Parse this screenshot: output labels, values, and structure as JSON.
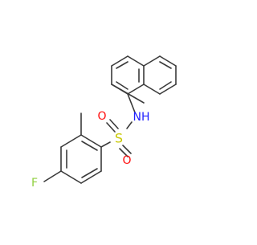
{
  "molecule": {
    "colors": {
      "bond": "#3a3a3a",
      "sulfur": "#c8c800",
      "oxygen": "#ff0d0d",
      "nitrogen": "#2020ff",
      "fluorine": "#8fcf3f"
    },
    "atoms": {
      "s1": {
        "symbol": "S",
        "element": "sulfur"
      },
      "o1": {
        "symbol": "O",
        "element": "oxygen"
      },
      "o2": {
        "symbol": "O",
        "element": "oxygen"
      },
      "n1": {
        "symbol": "NH",
        "element": "nitrogen"
      },
      "f1": {
        "symbol": "F",
        "element": "fluorine"
      }
    }
  }
}
